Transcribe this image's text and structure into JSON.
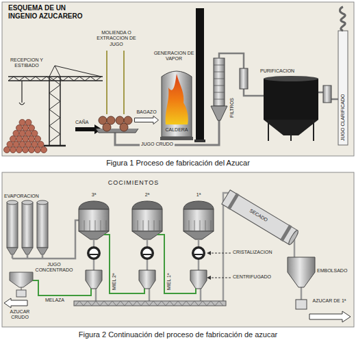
{
  "diagram": {
    "title": "ESQUEMA DE UN INGENIO AZUCARERO",
    "caption": "Figura 1 Proceso de fabricación del Azucar",
    "nodes": [
      {
        "text": [
          "BAGAZO"
        ]
      }
    ],
    "labels": [
      "RECEPCION Y ESTIBADO",
      "MOLIENDA O EXTRACCION DE JUGO",
      "GENERACION DE VAPOR",
      "CAÑA",
      "CALDERA",
      "JUGO CRUDO",
      "FILTROS",
      "PURIFICACION",
      "JUGO CLARIFICADO",
      "COCIMIENTOS",
      "EVAPORACION",
      "3ª",
      "2ª",
      "1ª",
      "SECADO",
      "CRISTALIZACION",
      "CENTRIFUGADO",
      "JUGO CONCENTRADO",
      "MIEL 2ª",
      "MIEL 1ª",
      "MELAZA",
      "AZUCAR CRUDO",
      "EMBOLSADO",
      "AZUCAR DE 1ª",
      "Figura 2 Continuación del proceso de fabricación de azucar"
    ]
  }
}
